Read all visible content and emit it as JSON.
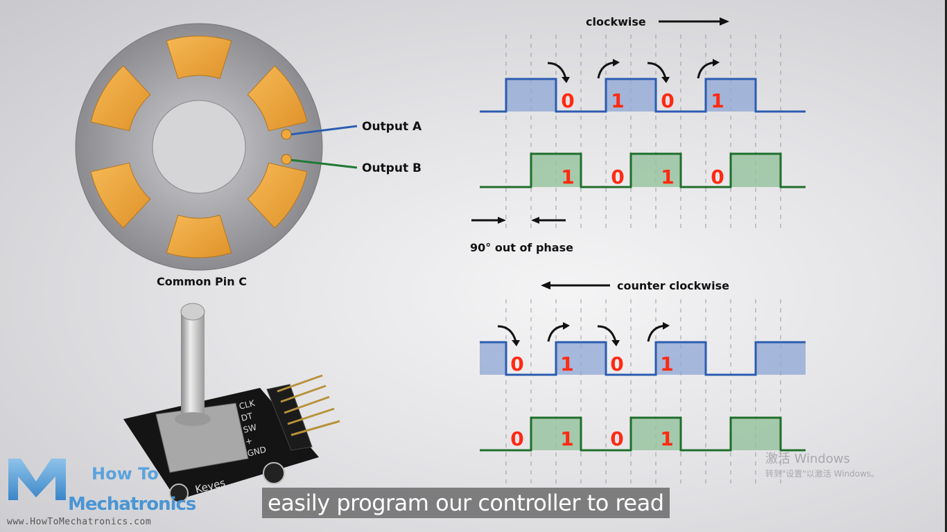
{
  "encoder_disc": {
    "output_a_label": "Output A",
    "output_b_label": "Output B",
    "common_pin_label": "Common Pin C",
    "colors": {
      "disc": "#8f8f93",
      "pad": "#f0a83c",
      "wire_a": "#2a5db0",
      "wire_b": "#1f7a33"
    }
  },
  "module_photo": {
    "brand_label": "Keyes",
    "pin_labels": [
      "CLK",
      "DT",
      "SW",
      "+",
      "GND"
    ]
  },
  "logo": {
    "line1": "How To",
    "line2": "Mechatronics",
    "url": "www.HowToMechatronics.com"
  },
  "clockwise": {
    "title": "clockwise",
    "signal_a": {
      "levels": [
        0,
        1,
        1,
        0,
        0,
        1,
        1,
        0,
        0,
        1,
        1,
        0,
        0
      ],
      "bits": [
        "0",
        "1",
        "0",
        "1"
      ]
    },
    "signal_b": {
      "levels": [
        0,
        0,
        1,
        1,
        0,
        0,
        1,
        1,
        0,
        0,
        1,
        1,
        0
      ],
      "bits": [
        "1",
        "0",
        "1",
        "0"
      ]
    },
    "phase_label": "90° out of phase"
  },
  "counter_clockwise": {
    "title": "counter clockwise",
    "signal_a": {
      "levels": [
        1,
        0,
        0,
        1,
        1,
        0,
        0,
        1,
        1,
        0,
        0,
        1,
        1
      ],
      "bits": [
        "0",
        "1",
        "0",
        "1"
      ]
    },
    "signal_b": {
      "levels": [
        0,
        0,
        1,
        1,
        0,
        0,
        1,
        1,
        0,
        0,
        1,
        1,
        0
      ],
      "bits": [
        "0",
        "1",
        "0",
        "1"
      ]
    }
  },
  "colors": {
    "signal_a": "#2b5cb0",
    "signal_a_fill": "#8ea6d4",
    "signal_b": "#1e6e2a",
    "signal_b_fill": "#8fbf97",
    "bit_text": "#ff2a12"
  },
  "subtitle": "easily program our controller to read",
  "watermark": {
    "line1": "激活 Windows",
    "line2": "转到\"设置\"以激活 Windows。"
  }
}
